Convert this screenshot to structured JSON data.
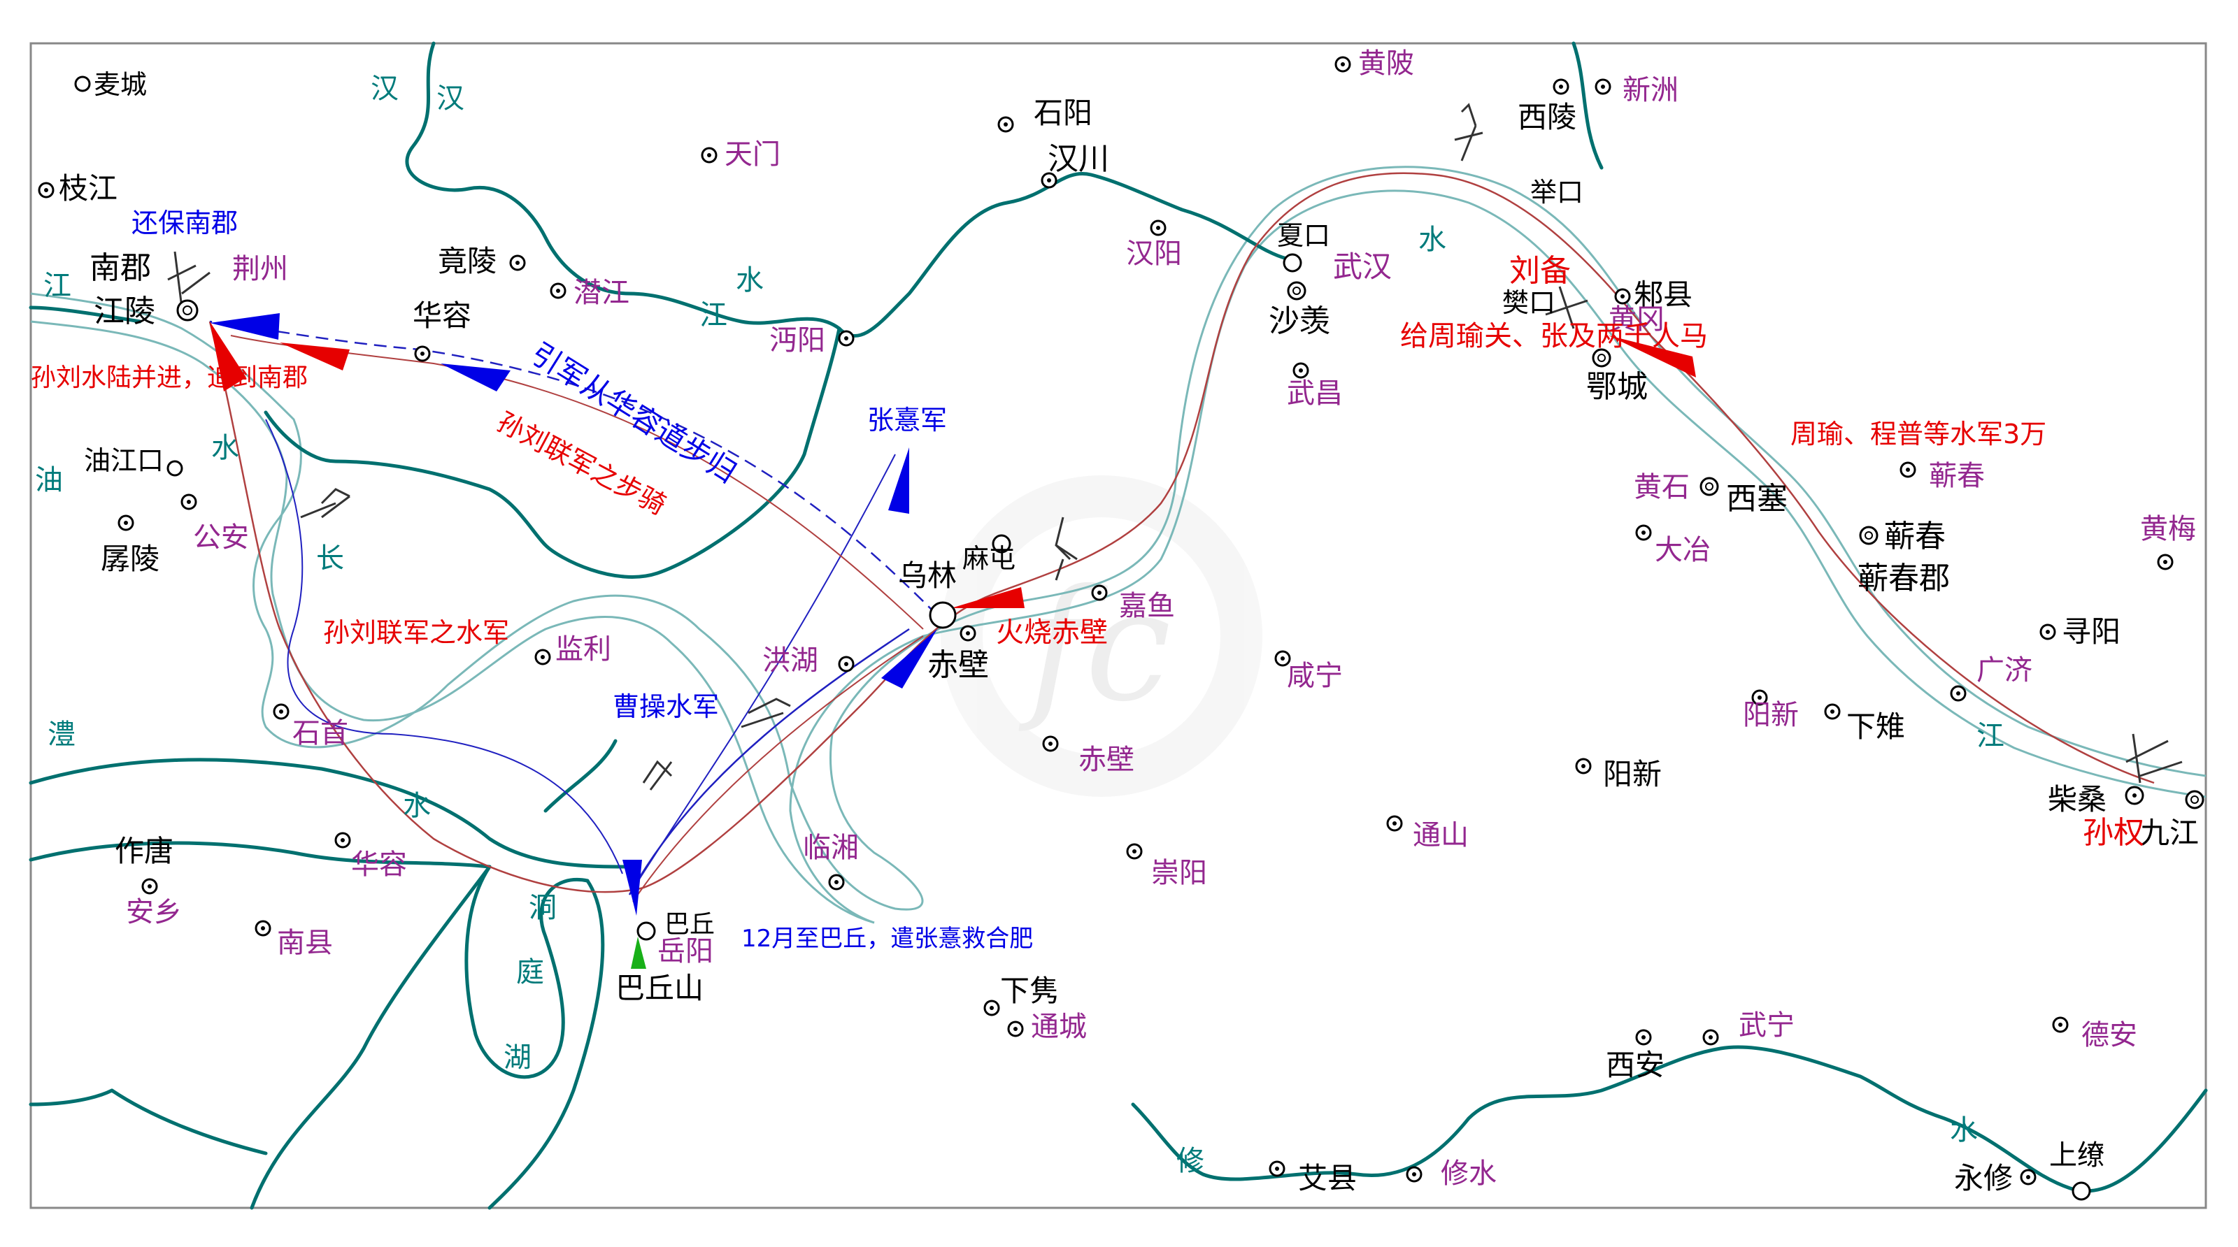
{
  "colors": {
    "modern": "#93278f",
    "ancient": "#000000",
    "river_label": "#007b7b",
    "river": "#00706f",
    "river_light": "#7ab8b8",
    "sun_liu": "#e60000",
    "cao": "#0000e6",
    "green": "#18b018",
    "route_sunliu": "#b04040",
    "route_cao": "#2020c0"
  },
  "places_ancient": [
    {
      "id": "maicheng",
      "name": "麦城"
    },
    {
      "id": "zhijiang",
      "name": "枝江"
    },
    {
      "id": "nanjun",
      "name": "南郡"
    },
    {
      "id": "jiangling",
      "name": "江陵"
    },
    {
      "id": "jingling",
      "name": "竟陵"
    },
    {
      "id": "huarong_a",
      "name": "华容"
    },
    {
      "id": "youjiangkou",
      "name": "油江口"
    },
    {
      "id": "chanling",
      "name": "孱陵"
    },
    {
      "id": "zuotang",
      "name": "作唐"
    },
    {
      "id": "shiyang",
      "name": "石阳"
    },
    {
      "id": "hanchuan",
      "name": "汉川"
    },
    {
      "id": "xiakou",
      "name": "夏口"
    },
    {
      "id": "shaxian",
      "name": "沙羡"
    },
    {
      "id": "xiling",
      "name": "西陵"
    },
    {
      "id": "jukou",
      "name": "举口"
    },
    {
      "id": "fankou",
      "name": "樊口"
    },
    {
      "id": "zhuxian",
      "name": "邾县"
    },
    {
      "id": "echeng",
      "name": "鄂城"
    },
    {
      "id": "wulin",
      "name": "乌林"
    },
    {
      "id": "matun",
      "name": "麻屯"
    },
    {
      "id": "chibi_a",
      "name": "赤壁"
    },
    {
      "id": "baqiu",
      "name": "巴丘"
    },
    {
      "id": "baqiushan",
      "name": "巴丘山"
    },
    {
      "id": "xiajuan",
      "name": "下隽"
    },
    {
      "id": "xisai",
      "name": "西塞"
    },
    {
      "id": "qichun_a",
      "name": "蕲春"
    },
    {
      "id": "qichunjun",
      "name": "蕲春郡"
    },
    {
      "id": "xunyang",
      "name": "寻阳"
    },
    {
      "id": "xiazhi",
      "name": "下雉"
    },
    {
      "id": "yangxin_a",
      "name": "阳新"
    },
    {
      "id": "chaisang",
      "name": "柴桑"
    },
    {
      "id": "jiujiang",
      "name": "九江"
    },
    {
      "id": "xian",
      "name": "西安"
    },
    {
      "id": "aixian",
      "name": "艾县"
    },
    {
      "id": "yongxiu",
      "name": "永修"
    },
    {
      "id": "shangliao",
      "name": "上缭"
    }
  ],
  "places_modern": [
    {
      "id": "huangling",
      "name": "黄陂"
    },
    {
      "id": "xinzhou",
      "name": "新洲"
    },
    {
      "id": "tianmen",
      "name": "天门"
    },
    {
      "id": "jingzhou",
      "name": "荆州"
    },
    {
      "id": "qianjiang",
      "name": "潜江"
    },
    {
      "id": "mianyang",
      "name": "沔阳"
    },
    {
      "id": "hanyang",
      "name": "汉阳"
    },
    {
      "id": "wuhan",
      "name": "武汉"
    },
    {
      "id": "wuchang",
      "name": "武昌"
    },
    {
      "id": "huanggang",
      "name": "黄冈"
    },
    {
      "id": "gongan",
      "name": "公安"
    },
    {
      "id": "jianli",
      "name": "监利"
    },
    {
      "id": "shishou",
      "name": "石首"
    },
    {
      "id": "honghu",
      "name": "洪湖"
    },
    {
      "id": "jiayu",
      "name": "嘉鱼"
    },
    {
      "id": "xianning",
      "name": "咸宁"
    },
    {
      "id": "chibi_m",
      "name": "赤壁"
    },
    {
      "id": "huarong_m",
      "name": "华容"
    },
    {
      "id": "anxiang",
      "name": "安乡"
    },
    {
      "id": "nanxian",
      "name": "南县"
    },
    {
      "id": "linxiang",
      "name": "临湘"
    },
    {
      "id": "yueyang",
      "name": "岳阳"
    },
    {
      "id": "chongyang",
      "name": "崇阳"
    },
    {
      "id": "tongcheng",
      "name": "通城"
    },
    {
      "id": "tongshan",
      "name": "通山"
    },
    {
      "id": "huangshi",
      "name": "黄石"
    },
    {
      "id": "daye",
      "name": "大冶"
    },
    {
      "id": "qichun_m",
      "name": "蕲春"
    },
    {
      "id": "huangmei",
      "name": "黄梅"
    },
    {
      "id": "yangxin_m",
      "name": "阳新"
    },
    {
      "id": "guangji",
      "name": "广济"
    },
    {
      "id": "wuning",
      "name": "武宁"
    },
    {
      "id": "dean",
      "name": "德安"
    },
    {
      "id": "xiushui",
      "name": "修水"
    }
  ],
  "rivers": [
    {
      "id": "han1",
      "name": "汉"
    },
    {
      "id": "han2",
      "name": "汉"
    },
    {
      "id": "jiang_h",
      "name": "江"
    },
    {
      "id": "shui_h",
      "name": "水"
    },
    {
      "id": "jiang_w",
      "name": "江"
    },
    {
      "id": "you",
      "name": "油"
    },
    {
      "id": "shui_y",
      "name": "水"
    },
    {
      "id": "chang",
      "name": "长"
    },
    {
      "id": "li",
      "name": "澧"
    },
    {
      "id": "shui_l",
      "name": "水"
    },
    {
      "id": "dong",
      "name": "洞"
    },
    {
      "id": "ting",
      "name": "庭"
    },
    {
      "id": "hu",
      "name": "湖"
    },
    {
      "id": "shui_wh",
      "name": "水"
    },
    {
      "id": "jiang_e",
      "name": "江"
    },
    {
      "id": "xiu",
      "name": "修"
    },
    {
      "id": "shui_x",
      "name": "水"
    }
  ],
  "annotations": {
    "huanbao": "还保南郡",
    "sunliu_chase": "孙刘水陆并进，追到南郡",
    "retreat": "引军从华容道步归",
    "infantry": "孙刘联军之步骑",
    "navy": "孙刘联军之水军",
    "zhangxi": "张憙军",
    "caocao_navy": "曹操水军",
    "fire": "火烧赤壁",
    "liubei": "刘备",
    "liubei_gives": "给周瑜关、张及两千人马",
    "zhouyu": "周瑜、程普等水军3万",
    "sunquan": "孙权",
    "december": "12月至巴丘，遣张憙救合肥"
  }
}
